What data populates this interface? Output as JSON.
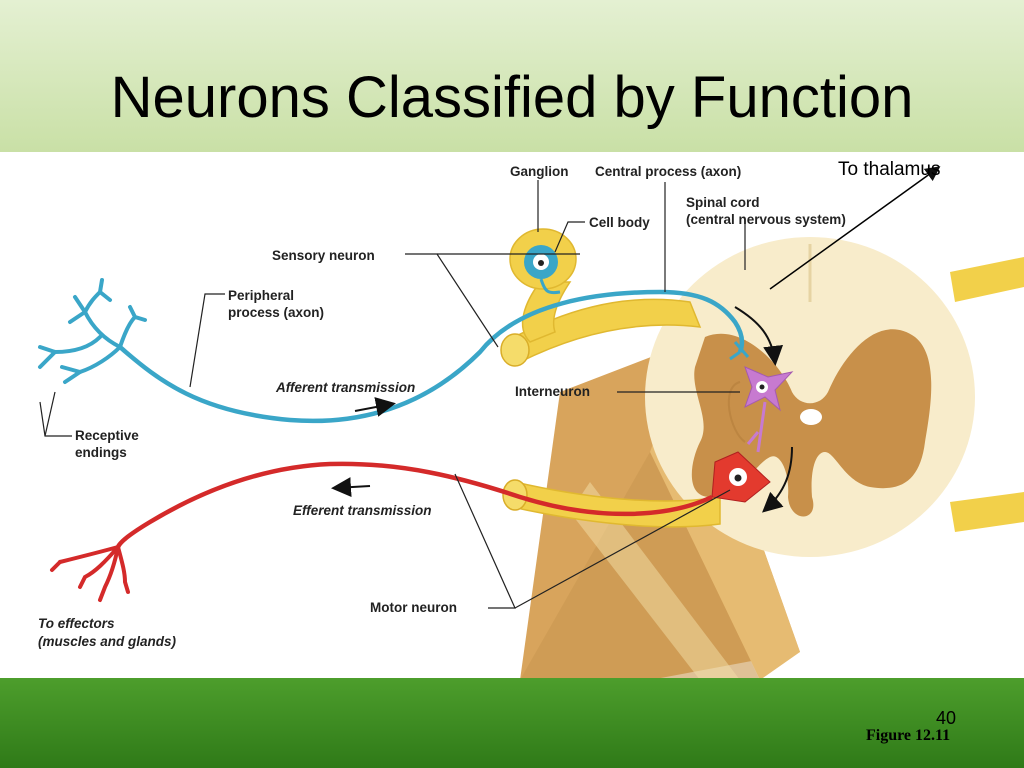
{
  "slide": {
    "title": "Neurons Classified by Function",
    "slide_number": "40",
    "figure_label": "Figure 12.11"
  },
  "diagram": {
    "to_thalamus": "To thalamus",
    "ganglion": "Ganglion",
    "central_process": "Central process (axon)",
    "cell_body": "Cell body",
    "spinal_cord_line1": "Spinal cord",
    "spinal_cord_line2": "(central nervous system)",
    "sensory_neuron": "Sensory neuron",
    "peripheral_line1": "Peripheral",
    "peripheral_line2": "process (axon)",
    "afferent": "Afferent transmission",
    "interneuron": "Interneuron",
    "receptive_line1": "Receptive",
    "receptive_line2": "endings",
    "efferent": "Efferent transmission",
    "motor_neuron": "Motor neuron",
    "effectors_line1": "To effectors",
    "effectors_line2": "(muscles and glands)"
  },
  "colors": {
    "sensory": "#3aa6c8",
    "motor": "#d42a2a",
    "interneuron": "#c77ad0",
    "nerve": "#f2d04a",
    "gray_matter": "#c8904a",
    "white_matter": "#f8eccb",
    "header": "#d6e8bc",
    "footer": "#3f8e22"
  }
}
